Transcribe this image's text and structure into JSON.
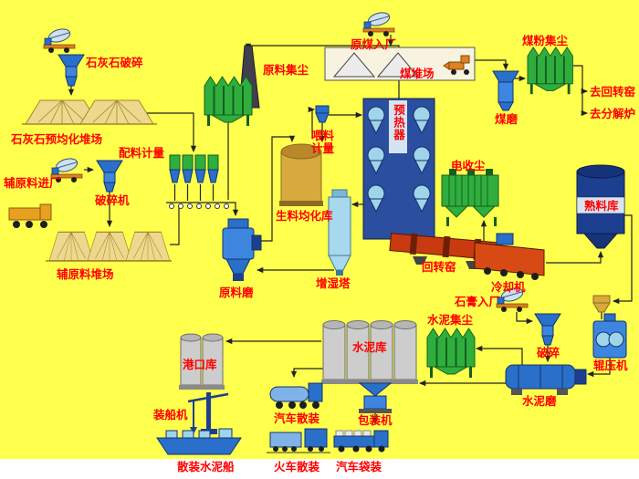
{
  "canvas": {
    "background": "#ffff4d",
    "footer_background": "#ffffff",
    "label_color": "#ff0000"
  },
  "colors": {
    "equipment_blue": "#2a6fc9",
    "equipment_light_blue": "#9fd4ea",
    "equipment_dark_blue": "#1d3f8f",
    "collector_green": "#2fae3d",
    "kiln_red": "#c83a10",
    "silo_gray": "#cdcdcd",
    "raw_meal_tan": "#d8a93c",
    "pile_tan": "#ecd98f",
    "chassis_orange": "#e0801f"
  },
  "labels": {
    "limestone_crushing": "石灰石破碎",
    "limestone_preblending": "石灰石预均化堆场",
    "aux_material_in": "辅原料进厂",
    "crusher_machine": "破碎机",
    "aux_material_yard": "辅原料堆场",
    "batching_metering": "配料计量",
    "raw_dust_collect": "原料集尘",
    "raw_mill": "原料磨",
    "raw_meal_silo": "生料均化库",
    "feed_metering": "喂料计量",
    "humidify_tower": "增湿塔",
    "raw_coal_in": "原煤入厂",
    "coal_yard": "煤堆场",
    "coal_dust_collect": "煤粉集尘",
    "coal_mill": "煤磨",
    "to_rotary_kiln": "去回转窑",
    "to_calciner": "去分解炉",
    "preheater": "预热器",
    "esp": "电收尘",
    "clinker_silo": "熟料库",
    "rotary_kiln": "回转窑",
    "cooler": "冷却机",
    "gypsum_in": "石膏入厂",
    "cement_dust_collect": "水泥集尘",
    "crushing": "破碎",
    "roller_press": "辊压机",
    "cement_silo": "水泥库",
    "cement_mill": "水泥磨",
    "port_silo": "港口库",
    "ship_loader": "装船机",
    "bulk_cement_ship": "散装水泥船",
    "truck_bulk": "汽车散装",
    "train_bulk": "火车散装",
    "packing_machine": "包装机",
    "truck_bag": "汽车袋装"
  }
}
